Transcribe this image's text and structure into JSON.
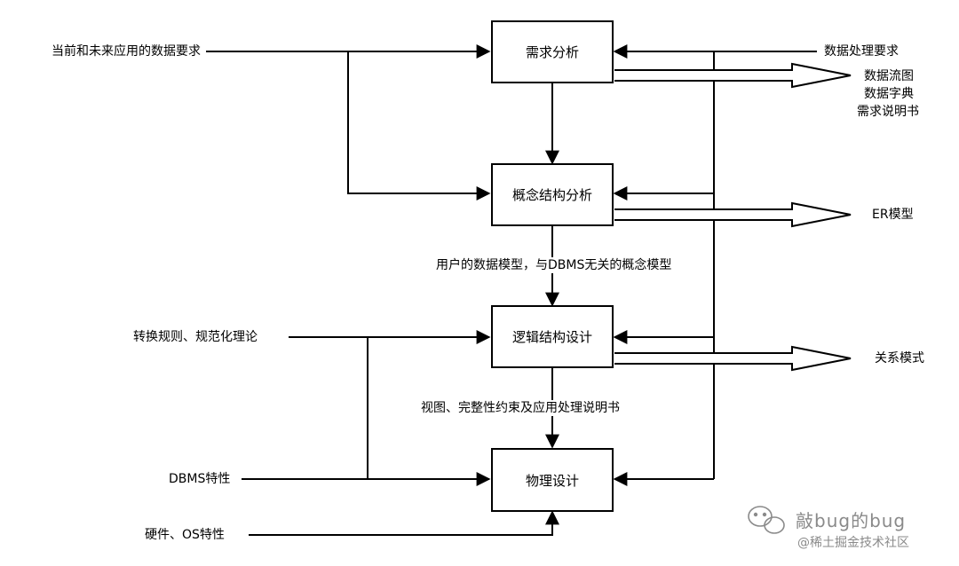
{
  "boxes": {
    "requirements": "需求分析",
    "conceptual": "概念结构分析",
    "logical": "逻辑结构设计",
    "physical": "物理设计"
  },
  "inputs": {
    "current_future": "当前和未来应用的数据要求",
    "data_processing": "数据处理要求",
    "conversion_rules": "转换规则、规范化理论",
    "dbms_features": "DBMS特性",
    "hw_os_features": "硬件、OS特性"
  },
  "outputs": {
    "dfd": "数据流图",
    "dictionary": "数据字典",
    "spec": "需求说明书",
    "er": "ER模型",
    "relational": "关系模式"
  },
  "edge_labels": {
    "concept_to_logical": "用户的数据模型，与DBMS无关的概念模型",
    "logical_to_physical": "视图、完整性约束及应用处理说明书"
  },
  "watermark": {
    "line1": "敲bug的bug",
    "line2": "@稀土掘金技术社区"
  }
}
